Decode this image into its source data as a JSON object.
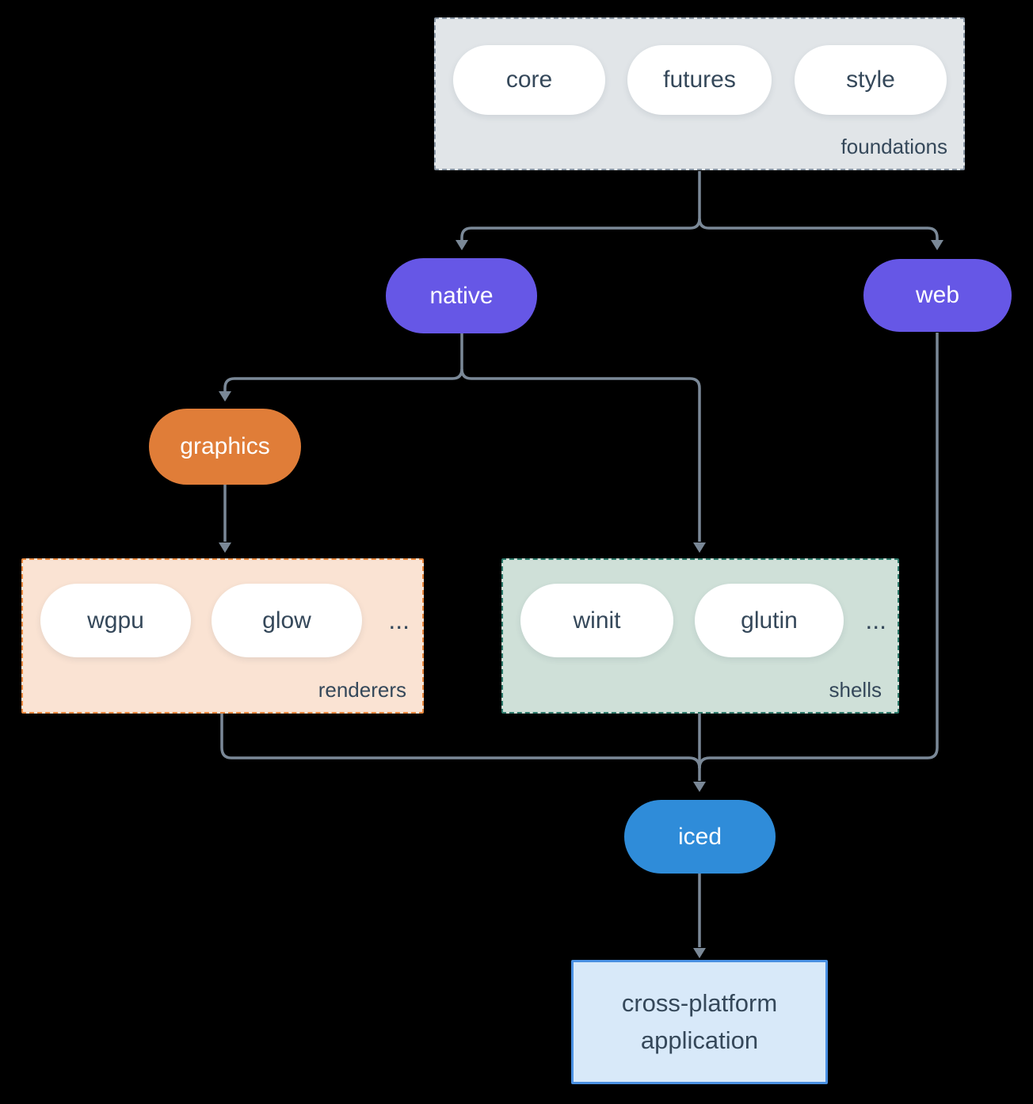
{
  "diagram": {
    "foundations": {
      "label": "foundations",
      "pills": [
        "core",
        "futures",
        "style"
      ]
    },
    "native": {
      "label": "native"
    },
    "web": {
      "label": "web"
    },
    "graphics": {
      "label": "graphics"
    },
    "renderers": {
      "label": "renderers",
      "pills": [
        "wgpu",
        "glow"
      ],
      "more": "..."
    },
    "shells": {
      "label": "shells",
      "pills": [
        "winit",
        "glutin"
      ],
      "more": "..."
    },
    "iced": {
      "label": "iced"
    },
    "application": {
      "label": "cross-platform application"
    }
  },
  "colors": {
    "background": "#000000",
    "connector_line": "#7A8897",
    "node_purple": "#6657E6",
    "node_orange": "#E07D38",
    "node_blue": "#2F8CD9",
    "foundations_fill": "#E1E5E8",
    "foundations_border": "#8895A3",
    "renderers_fill": "#FAE3D3",
    "renderers_border": "#E8883F",
    "shells_fill": "#CFE0D8",
    "shells_border": "#2E7A6B",
    "application_fill": "#D8E9F9",
    "application_border": "#4A90E2",
    "text_dark": "#35485A",
    "text_light": "#FFFFFF",
    "pill_fill": "#FFFFFF"
  }
}
